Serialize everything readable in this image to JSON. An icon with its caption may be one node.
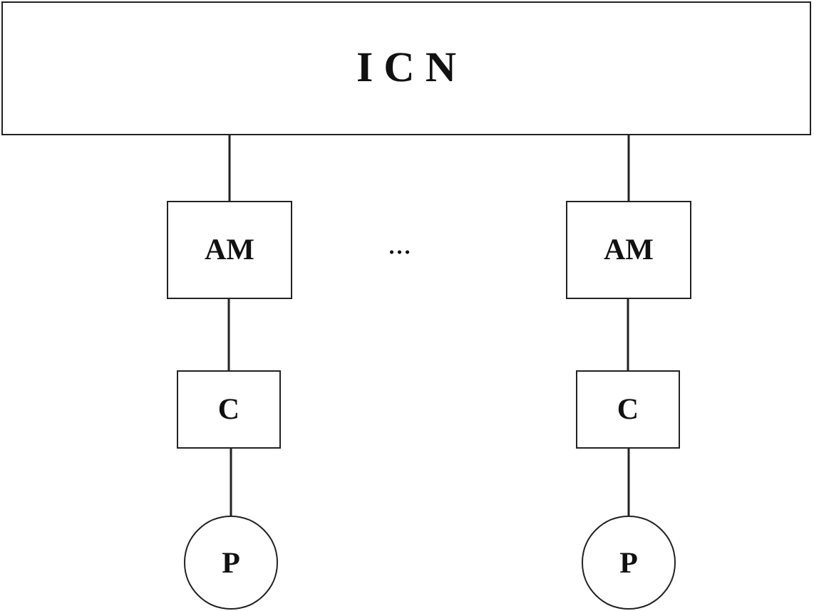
{
  "diagram": {
    "nodes": [
      {
        "text": [
          "I C N"
        ]
      },
      {
        "text": [
          "AM"
        ]
      },
      {
        "text": [
          "C"
        ]
      },
      {
        "text": [
          "P"
        ]
      },
      {
        "text": [
          "AM"
        ]
      },
      {
        "text": [
          "C"
        ]
      },
      {
        "text": [
          "P"
        ]
      }
    ],
    "edges": [
      {
        "from": 0,
        "to": 1,
        "arrow": "none"
      },
      {
        "from": 1,
        "to": 2,
        "arrow": "none"
      },
      {
        "from": 2,
        "to": 3,
        "arrow": "none"
      },
      {
        "from": 0,
        "to": 4,
        "arrow": "none"
      },
      {
        "from": 4,
        "to": 5,
        "arrow": "none"
      },
      {
        "from": 5,
        "to": 6,
        "arrow": "none"
      }
    ],
    "labels": [
      "..."
    ]
  }
}
